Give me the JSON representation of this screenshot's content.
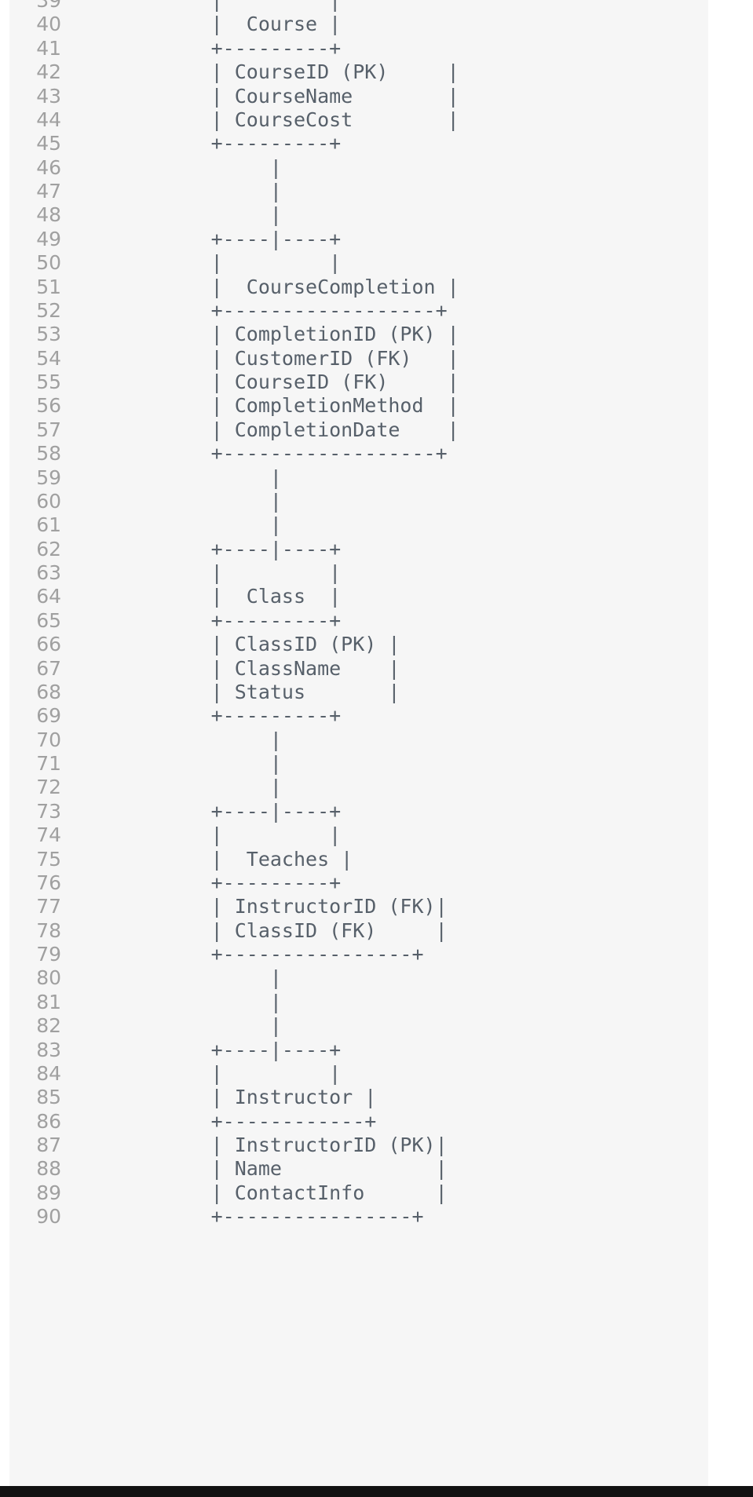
{
  "editor": {
    "panel_name": "code-panel",
    "background_color": "#f6f6f6",
    "page_background_color": "#ffffff",
    "gutter_color": "#a0a0a0",
    "text_color": "#57606a",
    "bottom_bar_color": "#121212",
    "first_visible_line": 39,
    "last_visible_line": 90
  },
  "chart_data": {
    "type": "diagram",
    "title": "ASCII Entity-Relationship Diagram",
    "entities": [
      {
        "name": "Course",
        "fields": [
          "CourseID (PK)",
          "CourseName",
          "CourseCost"
        ]
      },
      {
        "name": "CourseCompletion",
        "fields": [
          "CompletionID (PK)",
          "CustomerID (FK)",
          "CourseID (FK)",
          "CompletionMethod",
          "CompletionDate"
        ]
      },
      {
        "name": "Class",
        "fields": [
          "ClassID (PK)",
          "ClassName",
          "Status"
        ]
      },
      {
        "name": "Teaches",
        "fields": [
          "InstructorID (FK)",
          "ClassID (FK)"
        ]
      },
      {
        "name": "Instructor",
        "fields": [
          "InstructorID (PK)",
          "Name",
          "ContactInfo"
        ]
      }
    ],
    "relationships": [
      {
        "from": "Course",
        "to": "CourseCompletion"
      },
      {
        "from": "CourseCompletion",
        "to": "Class"
      },
      {
        "from": "Class",
        "to": "Teaches"
      },
      {
        "from": "Teaches",
        "to": "Instructor"
      }
    ]
  },
  "lines": [
    {
      "n": "39",
      "text": "            |         |"
    },
    {
      "n": "40",
      "text": "            |  Course |"
    },
    {
      "n": "41",
      "text": "            +---------+"
    },
    {
      "n": "42",
      "text": "            | CourseID (PK)     |"
    },
    {
      "n": "43",
      "text": "            | CourseName        |"
    },
    {
      "n": "44",
      "text": "            | CourseCost        |"
    },
    {
      "n": "45",
      "text": "            +---------+"
    },
    {
      "n": "46",
      "text": "                 |"
    },
    {
      "n": "47",
      "text": "                 |"
    },
    {
      "n": "48",
      "text": "                 |"
    },
    {
      "n": "49",
      "text": "            +----|----+"
    },
    {
      "n": "50",
      "text": "            |         |"
    },
    {
      "n": "51",
      "text": "            |  CourseCompletion |"
    },
    {
      "n": "52",
      "text": "            +------------------+"
    },
    {
      "n": "53",
      "text": "            | CompletionID (PK) |"
    },
    {
      "n": "54",
      "text": "            | CustomerID (FK)   |"
    },
    {
      "n": "55",
      "text": "            | CourseID (FK)     |"
    },
    {
      "n": "56",
      "text": "            | CompletionMethod  |"
    },
    {
      "n": "57",
      "text": "            | CompletionDate    |"
    },
    {
      "n": "58",
      "text": "            +------------------+"
    },
    {
      "n": "59",
      "text": "                 |"
    },
    {
      "n": "60",
      "text": "                 |"
    },
    {
      "n": "61",
      "text": "                 |"
    },
    {
      "n": "62",
      "text": "            +----|----+"
    },
    {
      "n": "63",
      "text": "            |         |"
    },
    {
      "n": "64",
      "text": "            |  Class  |"
    },
    {
      "n": "65",
      "text": "            +---------+"
    },
    {
      "n": "66",
      "text": "            | ClassID (PK) |"
    },
    {
      "n": "67",
      "text": "            | ClassName    |"
    },
    {
      "n": "68",
      "text": "            | Status       |"
    },
    {
      "n": "69",
      "text": "            +---------+"
    },
    {
      "n": "70",
      "text": "                 |"
    },
    {
      "n": "71",
      "text": "                 |"
    },
    {
      "n": "72",
      "text": "                 |"
    },
    {
      "n": "73",
      "text": "            +----|----+"
    },
    {
      "n": "74",
      "text": "            |         |"
    },
    {
      "n": "75",
      "text": "            |  Teaches |"
    },
    {
      "n": "76",
      "text": "            +---------+"
    },
    {
      "n": "77",
      "text": "            | InstructorID (FK)|"
    },
    {
      "n": "78",
      "text": "            | ClassID (FK)     |"
    },
    {
      "n": "79",
      "text": "            +----------------+"
    },
    {
      "n": "80",
      "text": "                 |"
    },
    {
      "n": "81",
      "text": "                 |"
    },
    {
      "n": "82",
      "text": "                 |"
    },
    {
      "n": "83",
      "text": "            +----|----+"
    },
    {
      "n": "84",
      "text": "            |         |"
    },
    {
      "n": "85",
      "text": "            | Instructor |"
    },
    {
      "n": "86",
      "text": "            +------------+"
    },
    {
      "n": "87",
      "text": "            | InstructorID (PK)|"
    },
    {
      "n": "88",
      "text": "            | Name             |"
    },
    {
      "n": "89",
      "text": "            | ContactInfo      |"
    },
    {
      "n": "90",
      "text": "            +----------------+"
    }
  ]
}
